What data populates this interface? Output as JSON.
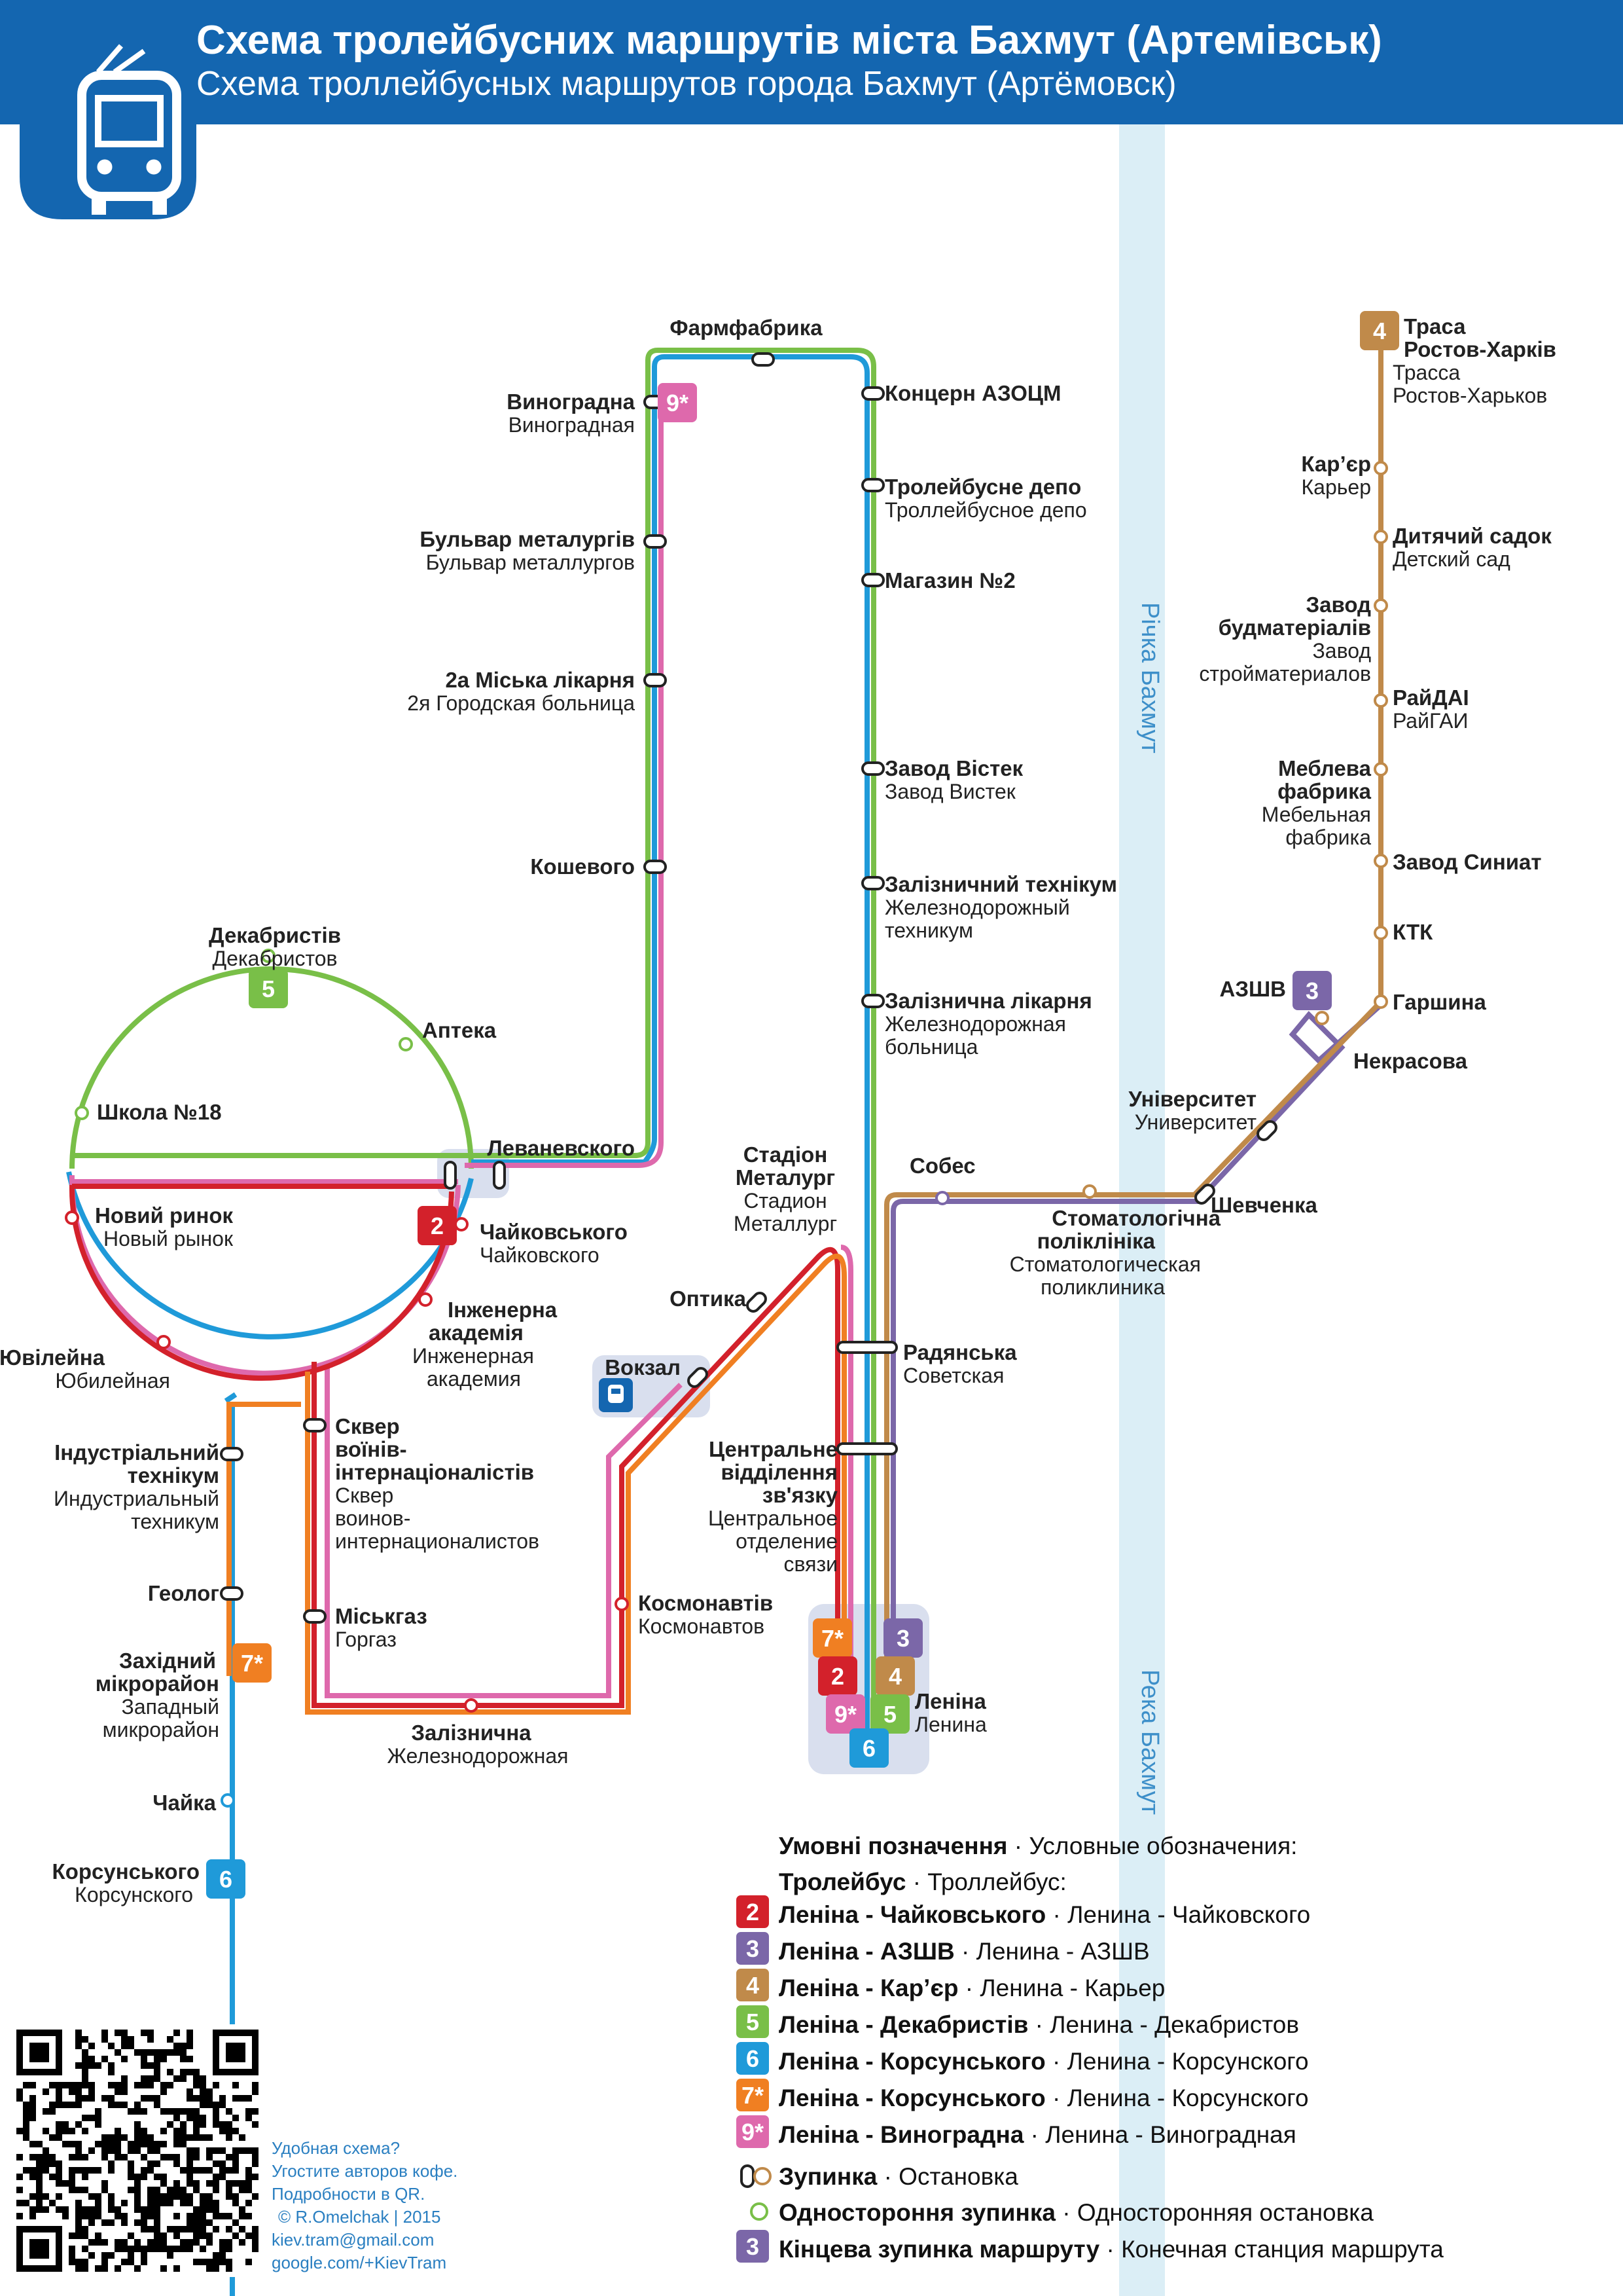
{
  "header": {
    "title_ua": "Схема тролейбусних маршрутів міста Бахмут (Артемівськ)",
    "title_ru": "Схема троллейбусных маршрутов города Бахмут (Артёмовск)",
    "icon": "trolleybus-icon",
    "color": "#1466b0"
  },
  "river": {
    "label_ua": "Річка Бахмут",
    "label_ru": "Река Бахмут",
    "color": "#dbeef6"
  },
  "colors": {
    "r2": "#d3212b",
    "r3": "#7b67a8",
    "r4": "#c08a4a",
    "r5": "#79bf48",
    "r6": "#1f9ad9",
    "r7": "#f07f22",
    "r9": "#de69ac"
  },
  "stops": {
    "farmfabryka": {
      "ua": "Фармфабрика"
    },
    "vynogradna": {
      "ua": "Виноградна",
      "ru": "Виноградная"
    },
    "bulvar": {
      "ua": "Бульвар металургів",
      "ru": "Бульвар металлургов"
    },
    "likarnia2": {
      "ua": "2а Міська лікарня",
      "ru": "2я Городская больница"
    },
    "koshevogo": {
      "ua": "Кошевого"
    },
    "levanevskogo": {
      "ua": "Леваневского"
    },
    "koncern": {
      "ua": "Концерн АЗОЦМ"
    },
    "depo": {
      "ua": "Тролейбусне депо",
      "ru": "Троллейбусное депо"
    },
    "magazyn": {
      "ua": "Магазин №2"
    },
    "vistek": {
      "ua": "Завод Вістек",
      "ru": "Завод Вистек"
    },
    "tekhnikum_zal": {
      "ua": "Залізничний технікум",
      "ru": "Железнодорожный",
      "ru2": "техникум"
    },
    "likarnia_zal": {
      "ua": "Залізнична лікарня",
      "ru": "Железнодорожная",
      "ru2": "больница"
    },
    "dekabrystiv": {
      "ua": "Декабристів",
      "ru": "Декабристов"
    },
    "apteka": {
      "ua": "Аптека"
    },
    "shkola": {
      "ua": "Школа №18"
    },
    "novyi_rynok": {
      "ua": "Новий ринок",
      "ru": "Новый рынок"
    },
    "chaikovskogo": {
      "ua": "Чайковського",
      "ru": "Чайковского"
    },
    "inzhenerna": {
      "ua": "Інженерна",
      "ua2": "академія",
      "ru": "Инженерная",
      "ru2": "академия"
    },
    "yuvileina": {
      "ua": "Ювілейна",
      "ru": "Юбилейная"
    },
    "skver": {
      "ua": "Сквер",
      "ua2": "воїнів-",
      "ua3": "інтернаціоналістів",
      "ru": "Сквер",
      "ru2": "воинов-",
      "ru3": "интернационалистов"
    },
    "miskgaz": {
      "ua": "Міськгаз",
      "ru": "Горгаз"
    },
    "zaliznychna": {
      "ua": "Залізнична",
      "ru": "Железнодорожная"
    },
    "industrialnyi": {
      "ua": "Індустріальний",
      "ua2": "технікум",
      "ru": "Индустриальный",
      "ru2": "техникум"
    },
    "geolog": {
      "ua": "Геолог"
    },
    "zakhidnyi": {
      "ua": "Західний",
      "ua2": "мікрорайон",
      "ru": "Западный",
      "ru2": "микрорайон"
    },
    "chaika": {
      "ua": "Чайка"
    },
    "korsunskogo": {
      "ua": "Корсунського",
      "ru": "Корсунского"
    },
    "stadion": {
      "ua": "Стадіон",
      "ua2": "Металург",
      "ru": "Стадион",
      "ru2": "Металлург"
    },
    "optyka": {
      "ua": "Оптика"
    },
    "vokzal": {
      "ua": "Вокзал"
    },
    "kosmonavtiv": {
      "ua": "Космонавтів",
      "ru": "Космонавтов"
    },
    "radianska": {
      "ua": "Радянська",
      "ru": "Советская"
    },
    "centralne": {
      "ua": "Центральне",
      "ua2": "відділення",
      "ua3": "зв'язку",
      "ru": "Центральное",
      "ru2": "отделение",
      "ru3": "связи"
    },
    "lenina": {
      "ua": "Леніна",
      "ru": "Ленина"
    },
    "sobes": {
      "ua": "Собес"
    },
    "stomat": {
      "ua": "Стоматологічна",
      "ua2": "поліклініка",
      "ru": "Стоматологическая",
      "ru2": "поликлиника"
    },
    "shevchenka": {
      "ua": "Шевченка"
    },
    "universytet": {
      "ua": "Університет",
      "ru": "Университет"
    },
    "nekrasova": {
      "ua": "Некрасова"
    },
    "azshv": {
      "ua": "АЗШВ"
    },
    "garshyna": {
      "ua": "Гаршина"
    },
    "ktk": {
      "ua": "КТК"
    },
    "syniat": {
      "ua": "Завод Синиат"
    },
    "mebleva": {
      "ua": "Меблева",
      "ua2": "фабрика",
      "ru": "Мебельная",
      "ru2": "фабрика"
    },
    "raidai": {
      "ua": "РайДАІ",
      "ru": "РайГАИ"
    },
    "budmat": {
      "ua": "Завод",
      "ua2": "будматеріалів",
      "ru": "Завод",
      "ru2": "стройматериалов"
    },
    "sadok": {
      "ua": "Дитячий садок",
      "ru": "Детский сад"
    },
    "karier": {
      "ua": "Кар’єр",
      "ru": "Карьер"
    },
    "trasa": {
      "ua": "Траса",
      "ua2": "Ростов-Харків",
      "ru": "Трасса",
      "ru2": "Ростов-Харьков"
    }
  },
  "route_numbers": {
    "r2": "2",
    "r3": "3",
    "r4": "4",
    "r5": "5",
    "r6": "6",
    "r7": "7*",
    "r9": "9*"
  },
  "legend": {
    "heading_ua": "Умовні позначення",
    "heading_ru": " · Условные обозначения:",
    "trolley_ua": "Тролейбус",
    "trolley_ru": " · Троллейбус:",
    "items": [
      {
        "num": "2",
        "ua": "Леніна - Чайковського",
        "ru": " · Ленина - Чайковского",
        "color": "#d3212b"
      },
      {
        "num": "3",
        "ua": "Леніна - АЗШВ",
        "ru": " · Ленина - АЗШВ",
        "color": "#7b67a8"
      },
      {
        "num": "4",
        "ua": "Леніна - Кар’єр",
        "ru": "  · Ленина - Карьер",
        "color": "#c08a4a"
      },
      {
        "num": "5",
        "ua": "Леніна - Декабристів",
        "ru": " · Ленина - Декабристов",
        "color": "#79bf48"
      },
      {
        "num": "6",
        "ua": "Леніна - Корсунського",
        "ru": " · Ленина - Корсунского",
        "color": "#1f9ad9"
      },
      {
        "num": "7*",
        "ua": "Леніна - Корсунського",
        "ru": " · Ленина - Корсунского",
        "color": "#f07f22"
      },
      {
        "num": "9*",
        "ua": "Леніна - Виноградна",
        "ru": " · Ленина - Виноградная",
        "color": "#de69ac"
      }
    ],
    "stop_ua": "Зупинка",
    "stop_ru": " · Остановка",
    "oneway_ua": "Одностороння зупинка",
    "oneway_ru": " · Односторонняя остановка",
    "terminal_num": "3",
    "terminal_ua": "Кінцева зупинка маршруту",
    "terminal_ru": " · Конечная станция маршрута"
  },
  "footer": {
    "line1": "Удобная схема?",
    "line2": "Угостите авторов кофе.",
    "line3": "Подробности в QR.",
    "line4": "© R.Omelchak | 2015",
    "line5": "kiev.tram@gmail.com",
    "line6": "google.com/+KievTram"
  }
}
